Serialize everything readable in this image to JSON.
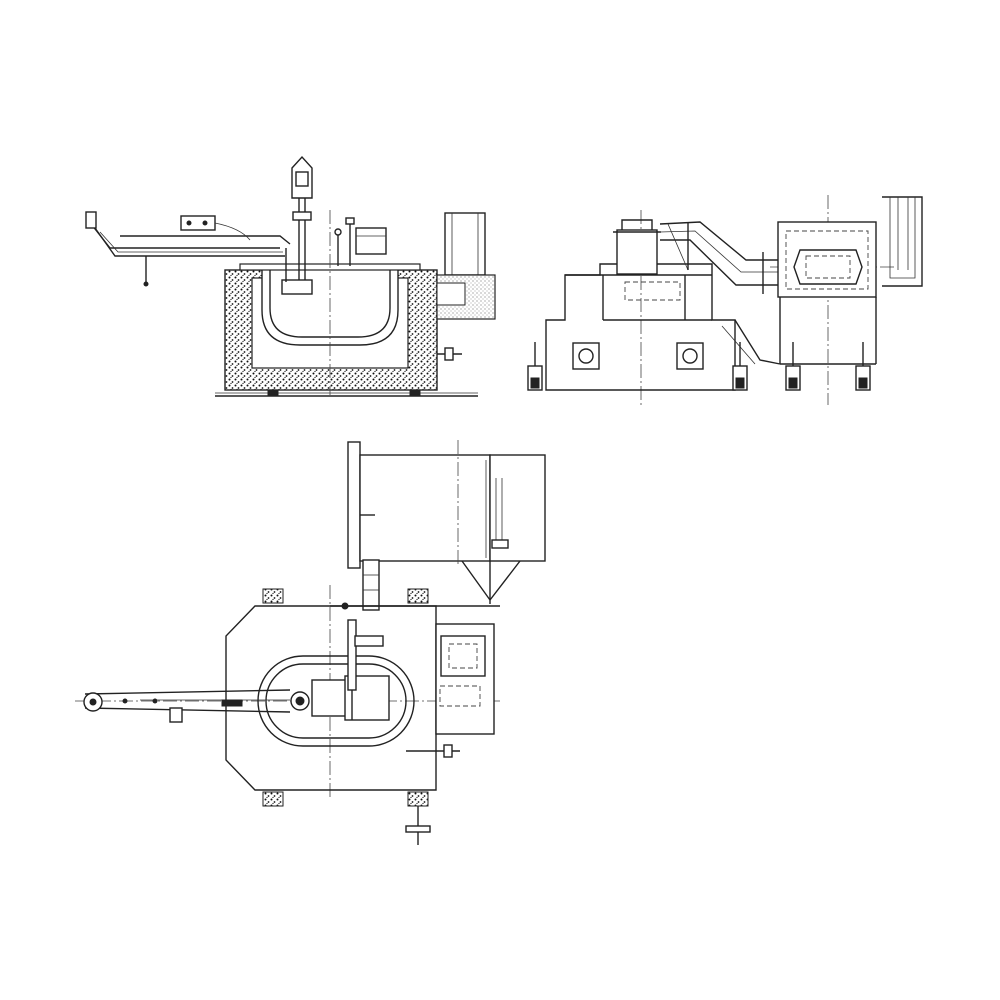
{
  "drawing": {
    "background": "#ffffff",
    "line_color": "#222222",
    "views": [
      "front-view",
      "side-view",
      "top-view"
    ]
  }
}
